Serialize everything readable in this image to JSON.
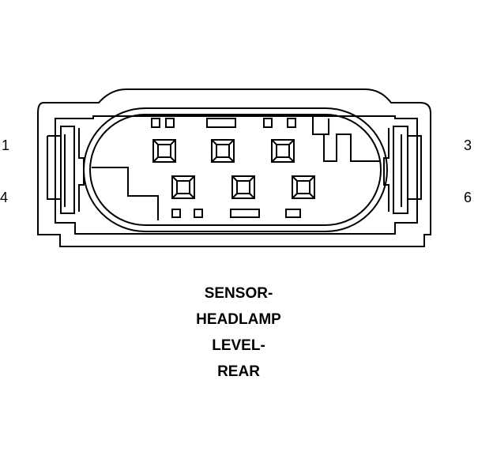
{
  "pins": {
    "top_left": "1",
    "top_right": "3",
    "bottom_left": "4",
    "bottom_right": "6"
  },
  "caption": {
    "line1": "SENSOR-",
    "line2": "HEADLAMP",
    "line3": "LEVEL-",
    "line4": "REAR"
  },
  "colors": {
    "stroke": "#000000",
    "background": "#ffffff"
  }
}
